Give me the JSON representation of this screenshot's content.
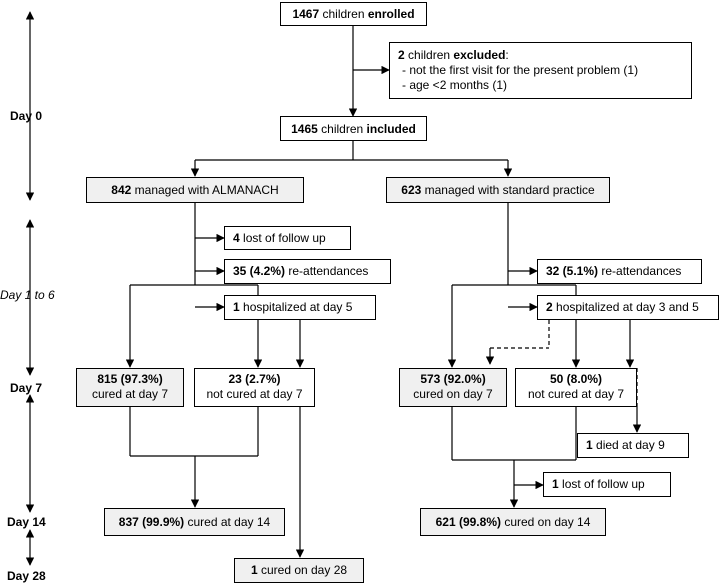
{
  "timeline": {
    "day0": "Day 0",
    "day1to6": "Day 1 to 6",
    "day7": "Day 7",
    "day14": "Day 14",
    "day28": "Day 28"
  },
  "enrolled": {
    "count": "1467",
    "pre": " children ",
    "label": "enrolled"
  },
  "excluded": {
    "count": "2",
    "pre": " children ",
    "label": "excluded",
    "colon": ":",
    "reasons": [
      "- not the first visit for the present problem (1)",
      "- age <2 months  (1)"
    ]
  },
  "included": {
    "count": "1465",
    "pre": " children ",
    "label": "included"
  },
  "almanach": {
    "managed": {
      "count": "842",
      "text": " managed with ALMANACH"
    },
    "lost": {
      "count": "4",
      "text": " lost of follow up"
    },
    "reattend": {
      "count": "35 (4.2%)",
      "text": " re-attendances"
    },
    "hosp": {
      "count": "1",
      "text": " hospitalized at day 5"
    },
    "cured7": {
      "count": "815 (97.3%)",
      "text": "cured at day 7"
    },
    "notcured7": {
      "count": "23 (2.7%)",
      "text": "not cured at day 7"
    },
    "cured14": {
      "count": "837 (99.9%)",
      "text": " cured at day 14"
    },
    "cured28": {
      "count": "1",
      "text": " cured on day 28"
    }
  },
  "standard": {
    "managed": {
      "count": "623",
      "text": " managed with standard practice"
    },
    "reattend": {
      "count": "32 (5.1%)",
      "text": " re-attendances"
    },
    "hosp": {
      "count": "2",
      "text": " hospitalized at day 3 and 5"
    },
    "cured7": {
      "count": "573 (92.0%)",
      "text": "cured on day 7"
    },
    "notcured7": {
      "count": "50 (8.0%)",
      "text": "not cured at day 7"
    },
    "died": {
      "count": "1",
      "text": " died at day 9"
    },
    "lost": {
      "count": "1",
      "text": " lost of follow up"
    },
    "cured14": {
      "count": "621 (99.8%)",
      "text": " cured on day 14"
    }
  }
}
